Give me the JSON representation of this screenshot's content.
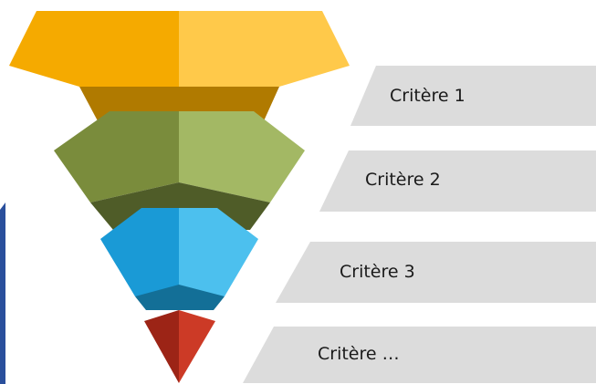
{
  "criteria": [
    {
      "label": "Critère 1",
      "color_left": "#f5aa00",
      "color_right": "#ffc94a",
      "color_band": "#b07a00"
    },
    {
      "label": "Critère 2",
      "color_left": "#7a8c3c",
      "color_right": "#a3b864",
      "color_band": "#4f5c28"
    },
    {
      "label": "Critère 3",
      "color_left": "#1a9ad6",
      "color_right": "#4cc0ee",
      "color_band": "#136f97"
    },
    {
      "label": "Critère …",
      "color_left": "#9c2416",
      "color_right": "#cc3a26"
    }
  ],
  "colors": {
    "label_band": "#dcdcdc",
    "left_edge_accent": "#2a4f9c"
  }
}
